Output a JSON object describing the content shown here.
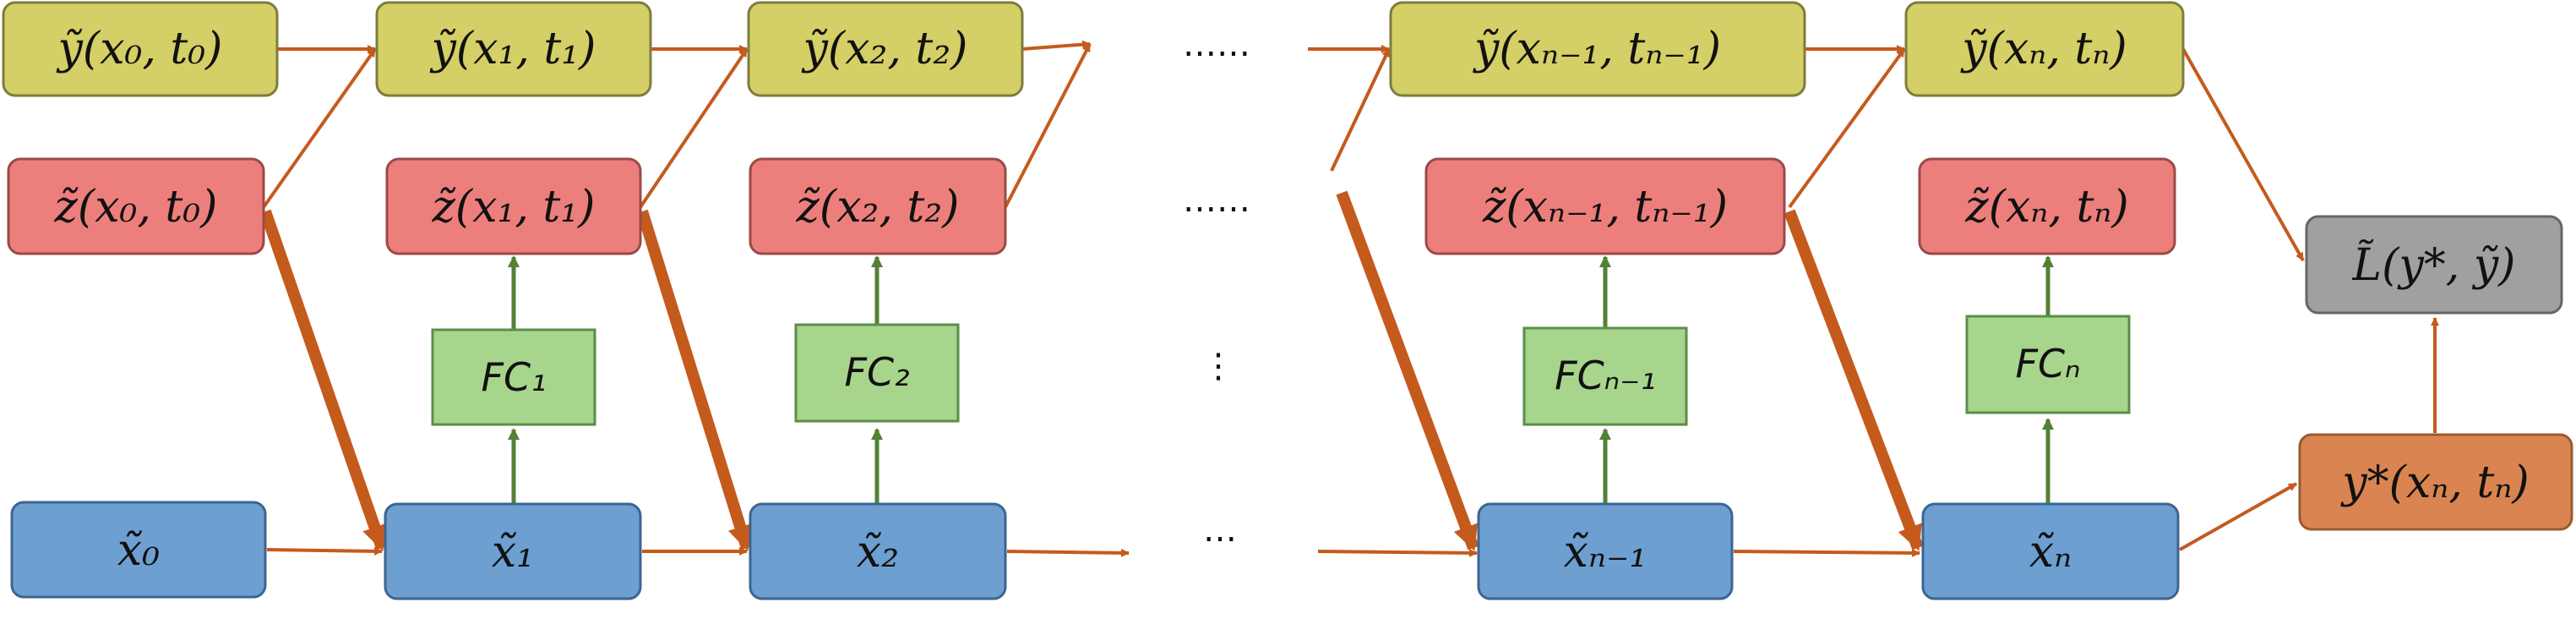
{
  "nodes": {
    "y0": "ỹ(x₀, t₀)",
    "y1": "ỹ(x₁, t₁)",
    "y2": "ỹ(x₂, t₂)",
    "yN1": "ỹ(xₙ₋₁, tₙ₋₁)",
    "yN": "ỹ(xₙ, tₙ)",
    "z0": "z̃(x₀, t₀)",
    "z1": "z̃(x₁, t₁)",
    "z2": "z̃(x₂, t₂)",
    "zN1": "z̃(xₙ₋₁, tₙ₋₁)",
    "zN": "z̃(xₙ, tₙ)",
    "fc1": "FC₁",
    "fc2": "FC₂",
    "fcN1": "FCₙ₋₁",
    "fcN": "FCₙ",
    "x0": "x̃₀",
    "x1": "x̃₁",
    "x2": "x̃₂",
    "xN1": "x̃ₙ₋₁",
    "xN": "x̃ₙ",
    "ystar": "y*(xₙ, tₙ)",
    "loss": "L̃(y*, ỹ)"
  },
  "ellipses": {
    "row_y": "……",
    "row_z": "……",
    "row_fc": "⋮",
    "row_x": "…"
  },
  "colors": {
    "y_fill": "#d4cf66",
    "z_fill": "#ec7f7c",
    "fc_fill": "#a8d58c",
    "x_fill": "#6d9fd1",
    "ystar_fill": "#da8551",
    "loss_fill": "#a0a0a0",
    "arrow_orange": "#c55a1d",
    "arrow_green": "#538135"
  }
}
